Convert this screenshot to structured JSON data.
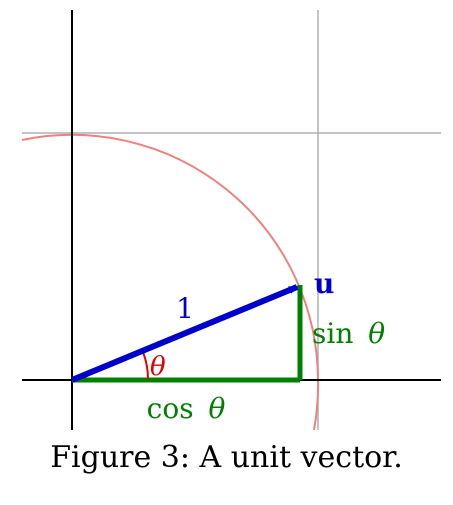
{
  "diagram": {
    "angle_symbol": "θ",
    "hypotenuse_label": "1",
    "vector_label": "u",
    "opposite_label": "sin",
    "adjacent_label": "cos",
    "colors": {
      "unit_circle": "#f08080",
      "grid": "#b0b0b0",
      "axes": "#000000",
      "vector": "#0000cc",
      "legs": "#008000",
      "angle": "#e00000"
    }
  },
  "caption": "Figure 3: A unit vector."
}
